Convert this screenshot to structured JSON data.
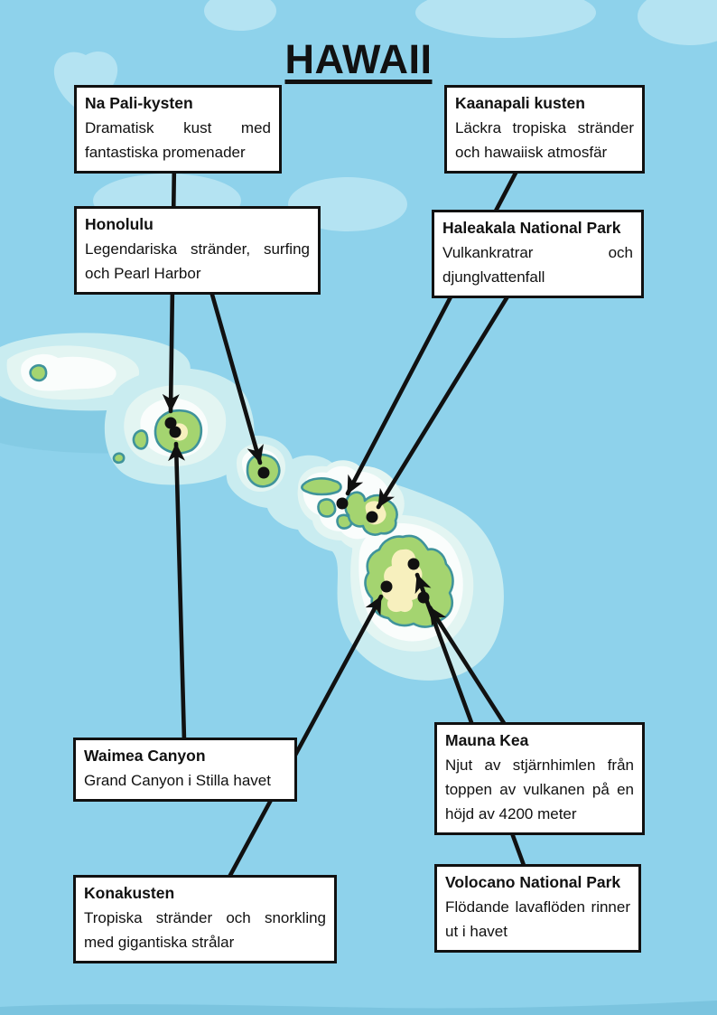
{
  "title": "HAWAII",
  "colors": {
    "ocean": "#8ED2EB",
    "ocean_dark": "#7BC4DF",
    "cloud": "#BEE7F4",
    "ring_outer": "#C9ECF0",
    "ring_mid": "#E3F5F2",
    "ring_inner": "#FAFDFC",
    "island": "#A4D470",
    "island_edge": "#3F939B",
    "sand": "#F7F0BE",
    "ink": "#111111",
    "box_bg": "#FFFFFF"
  },
  "callouts": [
    {
      "id": "napali",
      "name": "Na Pali-kysten",
      "desc": "Dramatisk kust med fantastiska promenader"
    },
    {
      "id": "kaanapali",
      "name": "Kaanapali kusten",
      "desc": "Läckra tropiska stränder och hawaiisk atmosfär"
    },
    {
      "id": "honolulu",
      "name": "Honolulu",
      "desc": "Legendariska stränder, surfing och Pearl Harbor"
    },
    {
      "id": "haleakala",
      "name": "Haleakala National Park",
      "desc": "Vulkankratrar och djunglvattenfall"
    },
    {
      "id": "waimea",
      "name": "Waimea Canyon",
      "desc": "Grand Canyon i Stilla havet"
    },
    {
      "id": "maunakea",
      "name": "Mauna Kea",
      "desc": "Njut av stjärnhimlen från toppen av vulkanen på en höjd av 4200 meter"
    },
    {
      "id": "konakusten",
      "name": "Konakusten",
      "desc": "Tropiska stränder och snorkling med gigantiska strålar"
    },
    {
      "id": "volcano",
      "name": "Volocano National Park",
      "desc": "Flödande lavaflöden rinner ut i havet"
    }
  ]
}
